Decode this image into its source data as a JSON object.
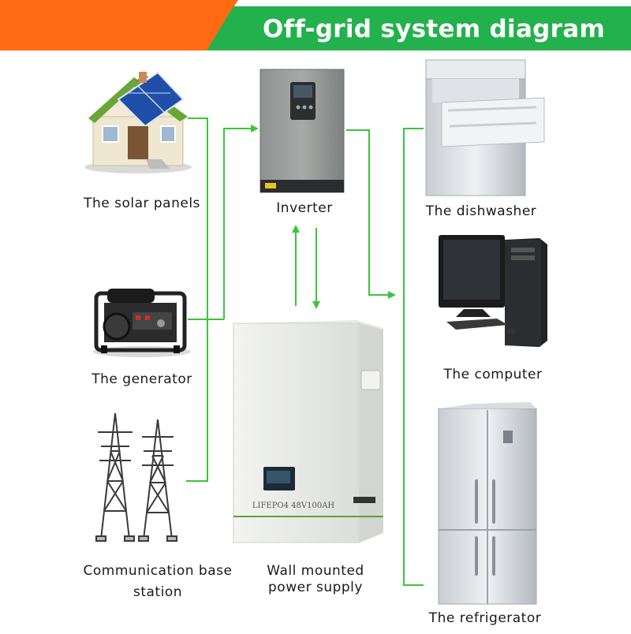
{
  "header": {
    "title": "Off-grid system diagram",
    "accent_orange": "#ff6a13",
    "accent_green": "#22b14c"
  },
  "sources": [
    {
      "label": "The solar panels",
      "icon": "solar-house-icon"
    },
    {
      "label": "The generator",
      "icon": "generator-icon"
    },
    {
      "label": "Communication base",
      "label2": "station",
      "icon": "transmission-tower-icon"
    }
  ],
  "center": {
    "inverter": {
      "label": "Inverter",
      "icon": "inverter-icon"
    },
    "battery": {
      "label": "Wall mounted",
      "label2": "power supply",
      "icon": "battery-icon",
      "plate": "LIFEPO4 48V100AH"
    }
  },
  "loads": [
    {
      "label": "The dishwasher",
      "icon": "dishwasher-icon"
    },
    {
      "label": "The computer",
      "icon": "computer-icon"
    },
    {
      "label": "The refrigerator",
      "icon": "refrigerator-icon"
    }
  ],
  "connector_color": "#3cc43c"
}
